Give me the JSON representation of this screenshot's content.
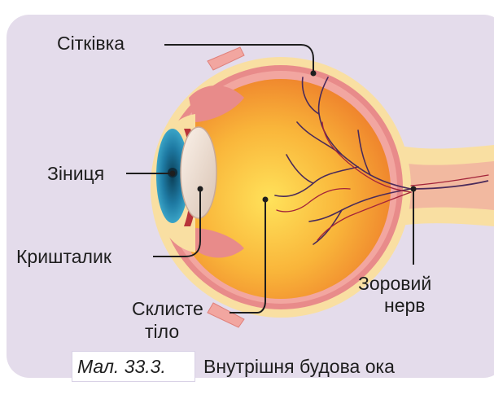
{
  "labels": {
    "retina": "Сітківка",
    "pupil": "Зіниця",
    "lens": "Кришталик",
    "vitreous_line1": "Склисте",
    "vitreous_line2": "тіло",
    "optic_nerve_line1": "Зоровий",
    "optic_nerve_line2": "нерв"
  },
  "caption": {
    "number": "Мал. 33.3.",
    "text": "Внутрішня будова ока"
  },
  "colors": {
    "panel": "#e4dceb",
    "sclera": "#f9dfa2",
    "choroid": "#e88b8a",
    "vitreous_center": "#ffd54a",
    "vitreous_edge": "#f08a2a",
    "iris": "#1b6f93",
    "vessel": "#4a2a5a"
  }
}
